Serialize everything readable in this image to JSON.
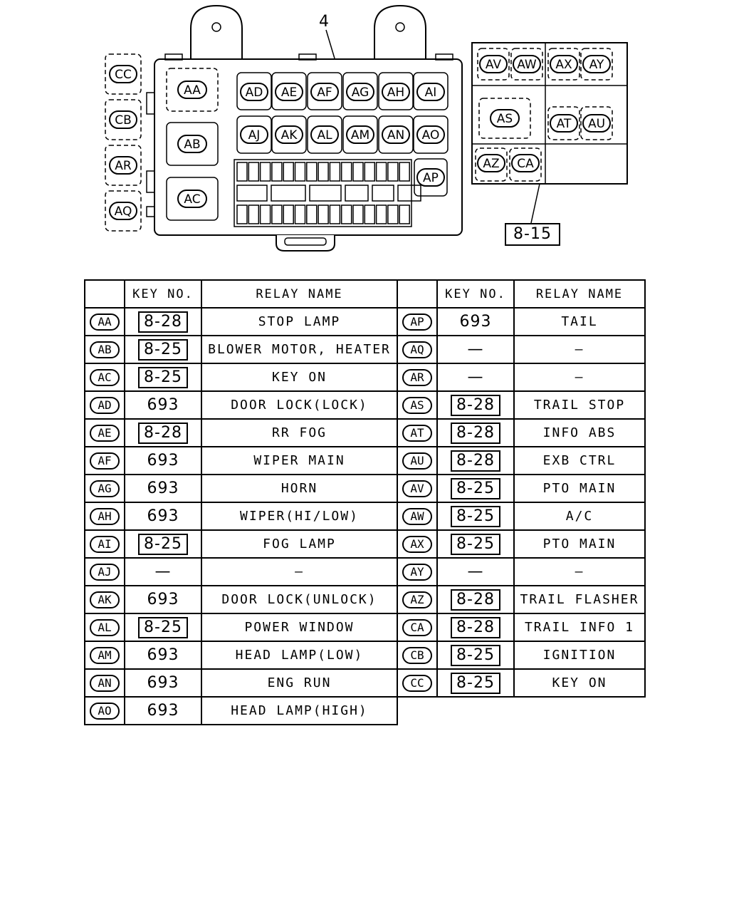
{
  "diagram": {
    "callout_main": "4",
    "callout_aux": "8-15",
    "left_side_relays": [
      "CC",
      "CB",
      "AR",
      "AQ"
    ],
    "main_large_relays": [
      "AA",
      "AB",
      "AC"
    ],
    "main_top_row": [
      "AD",
      "AE",
      "AF",
      "AG",
      "AH",
      "AI"
    ],
    "main_mid_row": [
      "AJ",
      "AK",
      "AL",
      "AM",
      "AN",
      "AO"
    ],
    "main_right": "AP",
    "aux_top_row": [
      "AV",
      "AW",
      "AX",
      "AY"
    ],
    "aux_mid_left": "AS",
    "aux_mid_right": [
      "AT",
      "AU"
    ],
    "aux_bottom": [
      "AZ",
      "CA"
    ]
  },
  "table": {
    "header_key": "KEY NO.",
    "header_relay": "RELAY NAME",
    "left_rows": [
      {
        "id": "AA",
        "key": "8-28",
        "boxed": true,
        "name": "STOP LAMP"
      },
      {
        "id": "AB",
        "key": "8-25",
        "boxed": true,
        "name": "BLOWER MOTOR, HEATER"
      },
      {
        "id": "AC",
        "key": "8-25",
        "boxed": true,
        "name": "KEY ON"
      },
      {
        "id": "AD",
        "key": "693",
        "boxed": false,
        "name": "DOOR LOCK(LOCK)"
      },
      {
        "id": "AE",
        "key": "8-28",
        "boxed": true,
        "name": "RR FOG"
      },
      {
        "id": "AF",
        "key": "693",
        "boxed": false,
        "name": "WIPER MAIN"
      },
      {
        "id": "AG",
        "key": "693",
        "boxed": false,
        "name": "HORN"
      },
      {
        "id": "AH",
        "key": "693",
        "boxed": false,
        "name": "WIPER(HI/LOW)"
      },
      {
        "id": "AI",
        "key": "8-25",
        "boxed": true,
        "name": "FOG LAMP"
      },
      {
        "id": "AJ",
        "key": "—",
        "boxed": false,
        "name": "—"
      },
      {
        "id": "AK",
        "key": "693",
        "boxed": false,
        "name": "DOOR LOCK(UNLOCK)"
      },
      {
        "id": "AL",
        "key": "8-25",
        "boxed": true,
        "name": "POWER WINDOW"
      },
      {
        "id": "AM",
        "key": "693",
        "boxed": false,
        "name": "HEAD LAMP(LOW)"
      },
      {
        "id": "AN",
        "key": "693",
        "boxed": false,
        "name": "ENG RUN"
      },
      {
        "id": "AO",
        "key": "693",
        "boxed": false,
        "name": "HEAD LAMP(HIGH)"
      }
    ],
    "right_rows": [
      {
        "id": "AP",
        "key": "693",
        "boxed": false,
        "name": "TAIL"
      },
      {
        "id": "AQ",
        "key": "—",
        "boxed": false,
        "name": "—"
      },
      {
        "id": "AR",
        "key": "—",
        "boxed": false,
        "name": "—"
      },
      {
        "id": "AS",
        "key": "8-28",
        "boxed": true,
        "name": "TRAIL STOP"
      },
      {
        "id": "AT",
        "key": "8-28",
        "boxed": true,
        "name": "INFO ABS"
      },
      {
        "id": "AU",
        "key": "8-28",
        "boxed": true,
        "name": "EXB CTRL"
      },
      {
        "id": "AV",
        "key": "8-25",
        "boxed": true,
        "name": "PTO MAIN"
      },
      {
        "id": "AW",
        "key": "8-25",
        "boxed": true,
        "name": "A/C"
      },
      {
        "id": "AX",
        "key": "8-25",
        "boxed": true,
        "name": "PTO MAIN"
      },
      {
        "id": "AY",
        "key": "—",
        "boxed": false,
        "name": "—"
      },
      {
        "id": "AZ",
        "key": "8-28",
        "boxed": true,
        "name": "TRAIL FLASHER"
      },
      {
        "id": "CA",
        "key": "8-28",
        "boxed": true,
        "name": "TRAIL INFO 1"
      },
      {
        "id": "CB",
        "key": "8-25",
        "boxed": true,
        "name": "IGNITION"
      },
      {
        "id": "CC",
        "key": "8-25",
        "boxed": true,
        "name": "KEY ON"
      }
    ]
  }
}
